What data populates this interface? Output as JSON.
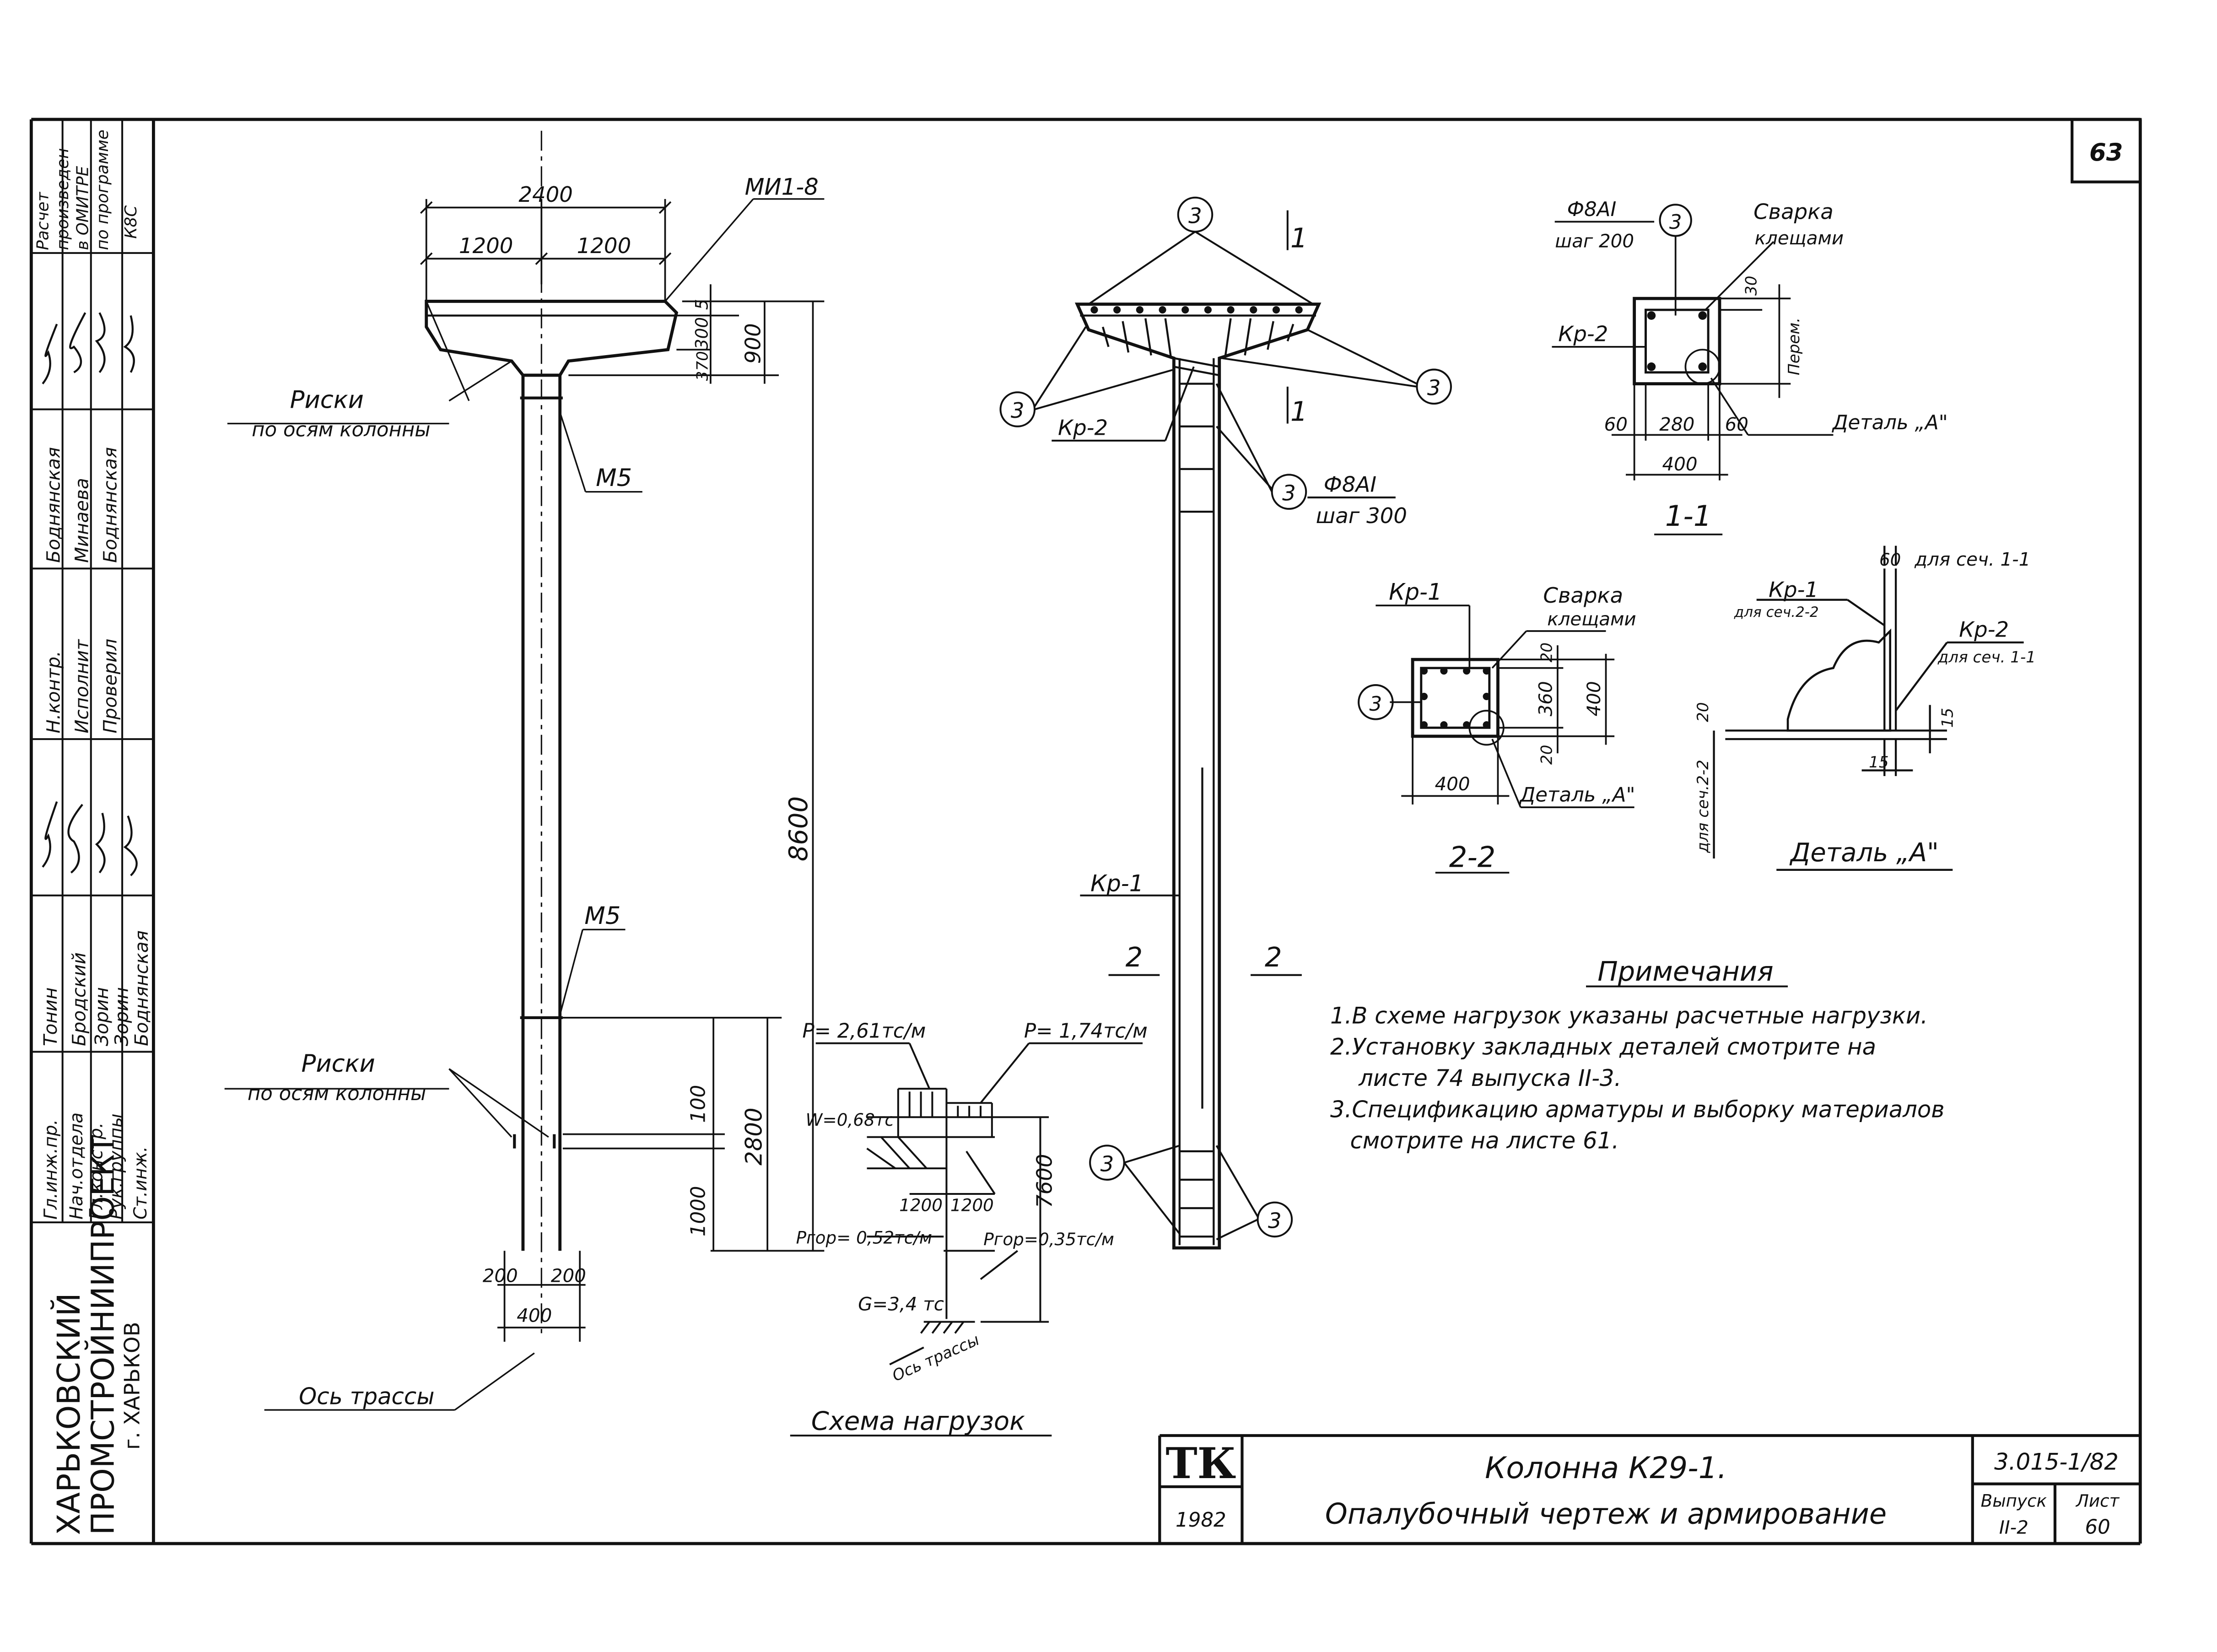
{
  "sheet": {
    "page_number": "63",
    "title_line1": "Колонна К29-1.",
    "title_line2": "Опалубочный чертеж и армирование",
    "series_code": "3.015-1/82",
    "issue_label": "Выпуск",
    "issue_value": "II-2",
    "sheet_label": "Лист",
    "sheet_value": "60",
    "tk_mark": "ТК",
    "year": "1982"
  },
  "org": {
    "line1": "ХАРЬКОВСКИЙ",
    "line2": "ПРОМСТРОЙНИИПРОЕКТ",
    "line3": "г. ХАРЬКОВ"
  },
  "stamp": {
    "roles": [
      "Гл.инж.пр.",
      "Нач.отдела",
      "Гл.констр.",
      "Рук.группы",
      "Ст.инж."
    ],
    "names": [
      "Тонин",
      "Бродский",
      "Зорин",
      "Зорин",
      "Боднянская"
    ],
    "roles2": [
      "Н.контр.",
      "Исполнит",
      "Проверил"
    ],
    "names2": [
      "Боднянская",
      "Минаева",
      "Боднянская"
    ],
    "calc_note": [
      "Расчет",
      "произведен",
      "в ОМИТРЕ",
      "по программе",
      "К8С"
    ]
  },
  "elevation": {
    "dim_total": "2400",
    "dim_half_left": "1200",
    "dim_half_right": "1200",
    "dim_5": "5",
    "dim_300": "300",
    "dim_370": "370",
    "dim_900": "900",
    "dim_8600": "8600",
    "dim_100": "100",
    "dim_1000": "1000",
    "dim_2800": "2800",
    "dim_200l": "200",
    "dim_200r": "200",
    "dim_400": "400",
    "label_mi": "МИ1-8",
    "label_m5_top": "М5",
    "label_m5_bottom": "М5",
    "marks_title": "Риски",
    "marks_sub": "по осям колонны",
    "axis_label": "Ось трассы"
  },
  "loads": {
    "p1": "Р= 2,61тс/м",
    "p2": "Р= 1,74тс/м",
    "w": "W=0,68тс",
    "pgor1": "Ргор= 0,52тс/м",
    "pgor2": "Ргор=0,35тс/м",
    "g": "G=3,4 тс",
    "dim_1200a": "1200",
    "dim_1200b": "1200",
    "dim_7600": "7600",
    "axis": "Ось трассы",
    "title": "Схема нагрузок"
  },
  "reinforcement": {
    "pos3": "3",
    "kr2": "Кр-2",
    "kr1": "Кр-1",
    "rebar_dia": "Ф8АI",
    "rebar_step": "шаг 300",
    "section_1": "1",
    "section_2": "2"
  },
  "section11": {
    "rebar_dia": "Ф8АI",
    "rebar_step": "шаг 200",
    "weld": "Сварка",
    "weld2": "клещами",
    "kr2": "Кр-2",
    "dim_30": "30",
    "dim_perem": "Перем.",
    "dim_60l": "60",
    "dim_280": "280",
    "dim_60r": "60",
    "dim_400": "400",
    "detail": "Деталь „А\"",
    "title": "1-1"
  },
  "section22": {
    "kr1": "Кр-1",
    "weld": "Сварка",
    "weld2": "клещами",
    "dim_20a": "20",
    "dim_360": "360",
    "dim_20b": "20",
    "dim_400v": "400",
    "dim_400h": "400",
    "detail": "Деталь „А\"",
    "title": "2-2"
  },
  "detailA": {
    "dim_60": "60",
    "for_11": "для сеч. 1-1",
    "kr1": "Кр-1",
    "kr1_for": "для сеч.2-2",
    "kr2": "Кр-2",
    "kr2_for": "для сеч. 1-1",
    "dim_20": "20",
    "dim_15v": "15",
    "dim_15h": "15",
    "for_22": "для сеч.2-2",
    "title": "Деталь „А\""
  },
  "notes": {
    "heading": "Примечания",
    "items": [
      "1.В схеме нагрузок указаны расчетные нагрузки.",
      "2.Установку закладных деталей смотрите на",
      "листе 74 выпуска II-3.",
      "3.Спецификацию арматуры и  выборку материалов",
      "смотрите на листе 61."
    ]
  }
}
